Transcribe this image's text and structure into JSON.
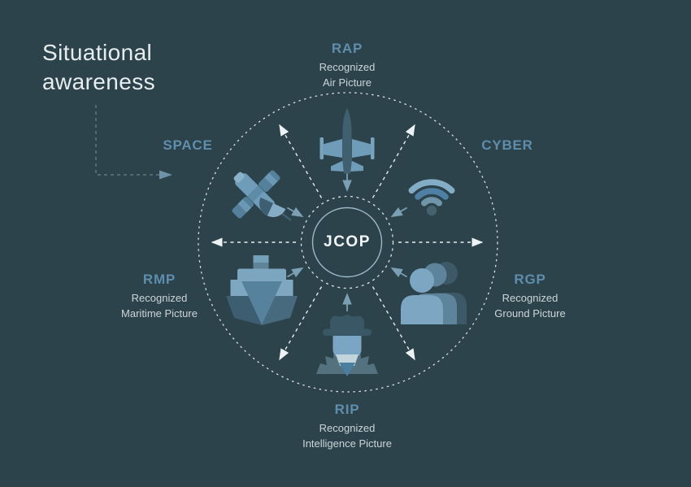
{
  "title": {
    "line1": "Situational",
    "line2": "awareness"
  },
  "center": {
    "label": "JCOP"
  },
  "nodes": {
    "rap": {
      "acronym": "RAP",
      "line1": "Recognized",
      "line2": "Air Picture",
      "icon": "fighter-jet-icon"
    },
    "cyber": {
      "acronym": "CYBER",
      "icon": "wifi-icon"
    },
    "rgp": {
      "acronym": "RGP",
      "line1": "Recognized",
      "line2": "Ground Picture",
      "icon": "people-icon"
    },
    "rip": {
      "acronym": "RIP",
      "line1": "Recognized",
      "line2": "Intelligence Picture",
      "icon": "spy-icon"
    },
    "rmp": {
      "acronym": "RMP",
      "line1": "Recognized",
      "line2": "Maritime Picture",
      "icon": "ship-icon"
    },
    "space": {
      "acronym": "SPACE",
      "icon": "satellite-icon"
    }
  },
  "colors": {
    "background": "#2d434b",
    "accent_blue": "#5f8dac",
    "title_text": "#e7ecee",
    "sub_text": "#ccd5d9",
    "dash_line": "#dde5e8",
    "connector_dash": "#64787f",
    "steel_arrow": "#7ba0b4",
    "icon_light": "#83adc7",
    "icon_medium": "#5d8aa6",
    "icon_dark": "#3e5f72"
  }
}
